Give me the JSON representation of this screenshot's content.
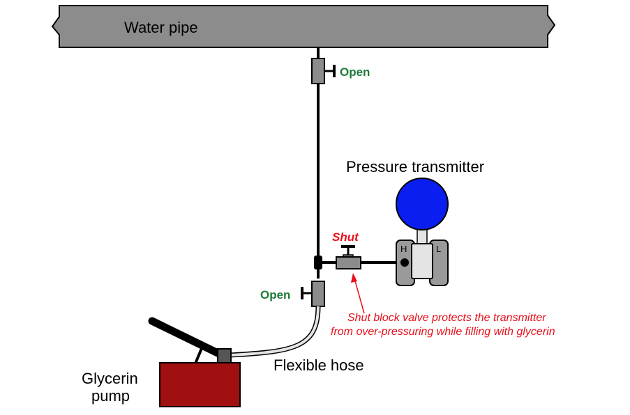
{
  "labels": {
    "water_pipe": "Water pipe",
    "top_valve_state": "Open",
    "bottom_valve_state": "Open",
    "transmitter_title": "Pressure transmitter",
    "block_valve_state": "Shut",
    "port_high": "H",
    "port_low": "L",
    "annotation_line1": "Shut block valve protects the transmitter",
    "annotation_line2": "from over-pressuring while filling with glycerin",
    "hose": "Flexible hose",
    "pump_line1": "Glycerin",
    "pump_line2": "pump"
  },
  "colors": {
    "pipe_gray": "#8c8c8c",
    "open_green": "#1f7a3a",
    "shut_red": "#e8101a",
    "transmitter_blue": "#0a1ef0",
    "pump_red": "#a01010",
    "body_gray": "#9a9a9a",
    "light_gray": "#e4e4e4"
  }
}
